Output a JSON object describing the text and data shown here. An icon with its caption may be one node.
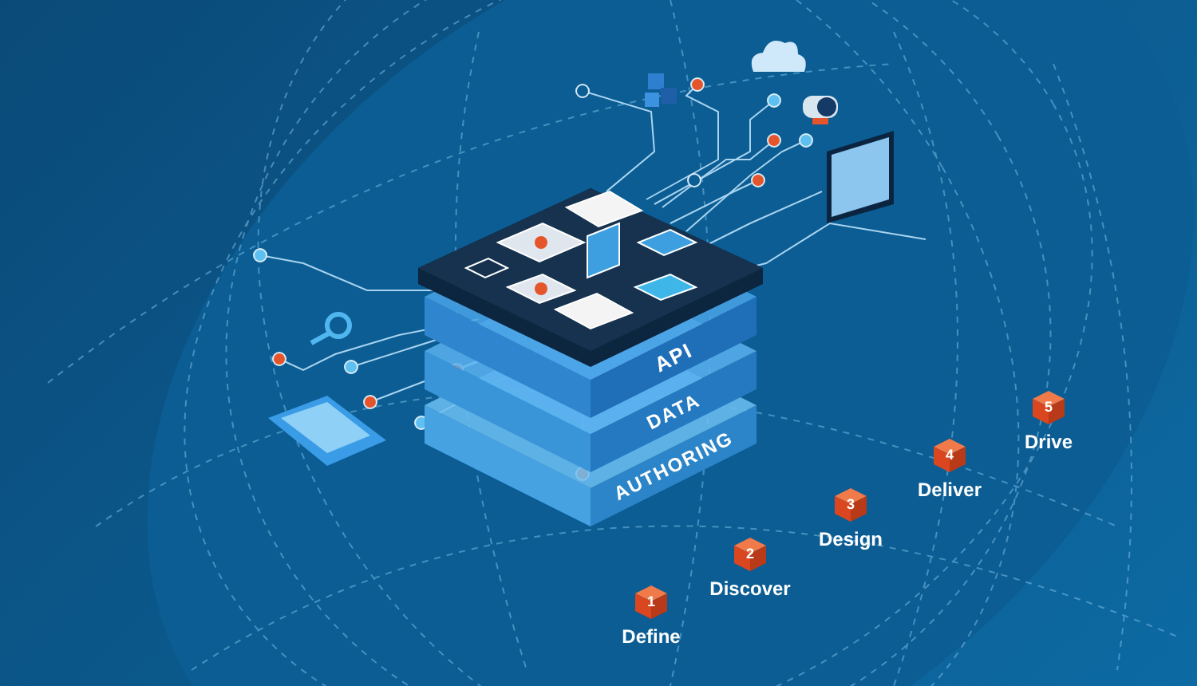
{
  "diagram": {
    "nodes": [
      {
        "text": [
          "API"
        ]
      },
      {
        "text": [
          "DATA"
        ]
      },
      {
        "text": [
          "AUTHORING"
        ]
      },
      {
        "text": [
          "1"
        ],
        "beside": [
          "Define"
        ]
      },
      {
        "text": [
          "2"
        ],
        "beside": [
          "Discover"
        ]
      },
      {
        "text": [
          "3"
        ],
        "beside": [
          "Design"
        ]
      },
      {
        "text": [
          "4"
        ],
        "beside": [
          "Deliver"
        ]
      },
      {
        "text": [
          "5"
        ],
        "beside": [
          "Drive"
        ]
      }
    ]
  }
}
